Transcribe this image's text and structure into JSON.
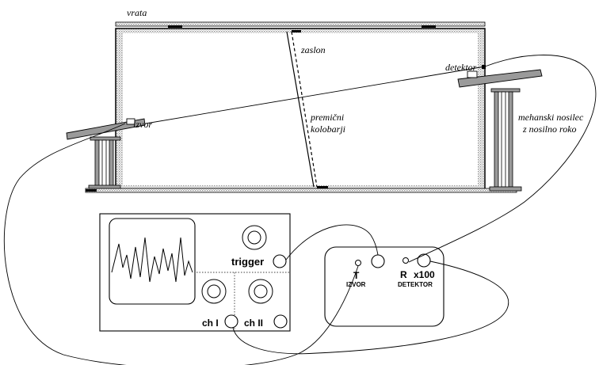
{
  "labels": {
    "door": "vrata",
    "screen": "zaslon",
    "detector": "detektor",
    "source": "izvor",
    "movable_line1": "premični",
    "movable_line2": "kolobarji",
    "holder_line1": "mehanski nosilec",
    "holder_line2": "z nosilno roko"
  },
  "oscilloscope": {
    "trigger": "trigger",
    "ch1": "ch I",
    "ch2": "ch II"
  },
  "control_box": {
    "t": "T",
    "source_label": "IZVOR",
    "r": "R",
    "gain": "x100",
    "detector_label": "DETEKTOR"
  },
  "colors": {
    "line": "#000000",
    "wall_hatch": "#b0b0b0",
    "support": "#9a9a9a"
  }
}
